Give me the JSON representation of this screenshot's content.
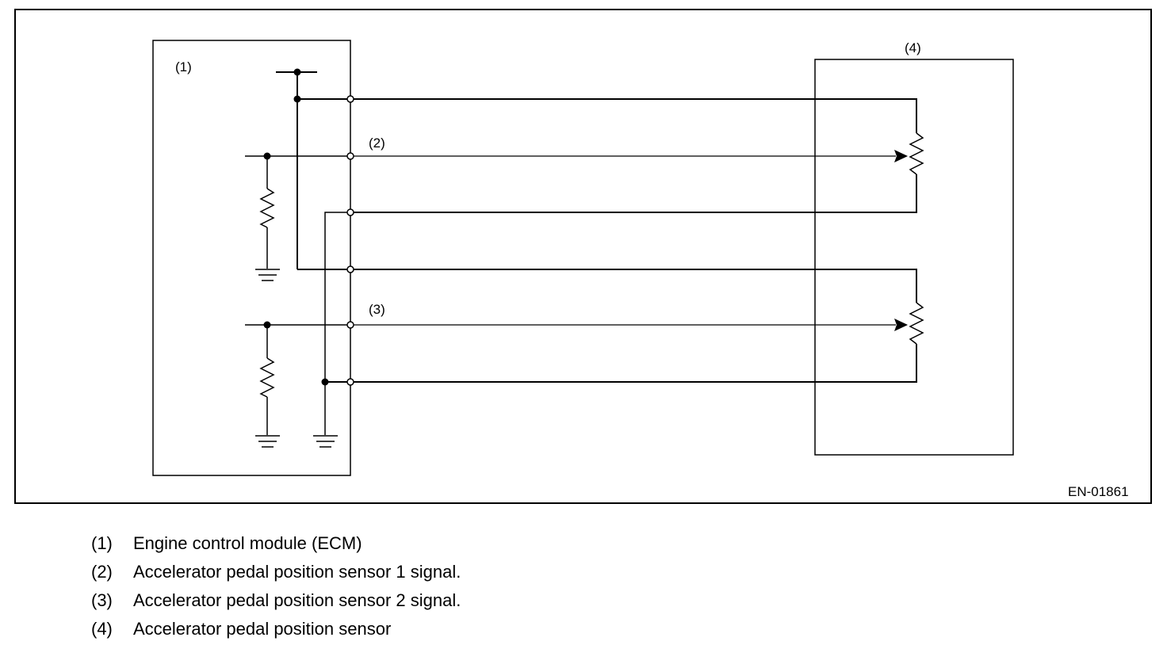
{
  "diagram": {
    "callouts": {
      "ecm": "(1)",
      "signal1": "(2)",
      "signal2": "(3)",
      "sensor": "(4)"
    },
    "figure_code": "EN-01861"
  },
  "legend": [
    {
      "num": "(1)",
      "text": "Engine control module (ECM)"
    },
    {
      "num": "(2)",
      "text": "Accelerator pedal position sensor 1 signal."
    },
    {
      "num": "(3)",
      "text": "Accelerator pedal position sensor 2 signal."
    },
    {
      "num": "(4)",
      "text": "Accelerator pedal position sensor"
    }
  ]
}
